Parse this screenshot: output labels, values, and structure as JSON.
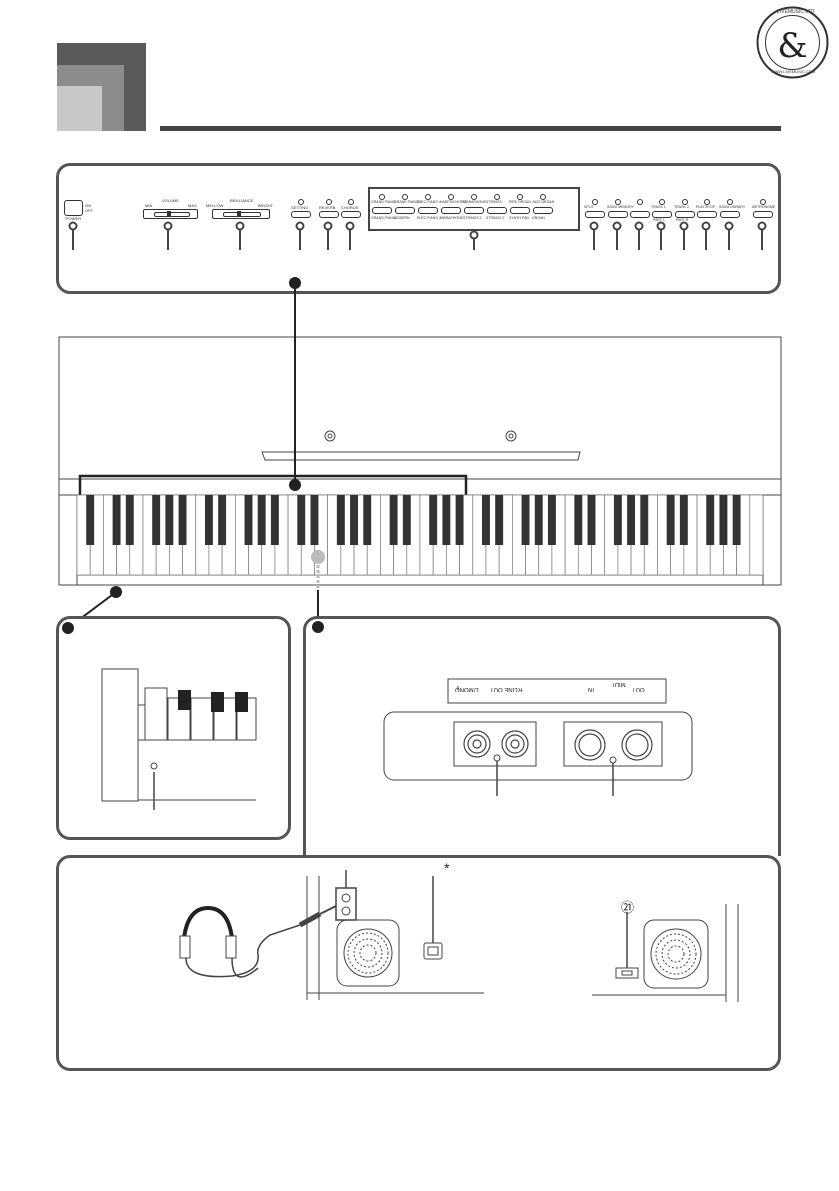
{
  "logo": {
    "top_text": "LIVEMUSIC LTD",
    "bottom_text": "WWW.LIVEMUSIC.COM"
  },
  "control_panel": {
    "power_label": "POWER",
    "power_states": [
      "ON",
      "OFF"
    ],
    "volume_label": "VOLUME",
    "volume_min": "MIN",
    "volume_max": "MAX",
    "brilliance_label": "BRILLIANCE",
    "brilliance_left": "MELLOW",
    "brilliance_right": "BRIGHT",
    "function_buttons": [
      "SETTING",
      "REVERB",
      "CHORUS"
    ],
    "tone_buttons_top": [
      "GRAND PIANO",
      "GRAND PIANO 2",
      "ELEC PIANO 1",
      "HARPSICHORD",
      "VIBRAPHONE",
      "STRINGS",
      "PIPE ORGAN",
      "JAZZ ORGAN"
    ],
    "tone_buttons_bottom": [
      "GRAND PIANO",
      "MODERN",
      "ELEC PIANO 2",
      "VIBRAPHONE",
      "STRINGS 2",
      "STRINGS 2",
      "SYNTH-PAD",
      "ORGAN"
    ],
    "right_buttons": [
      "SPLIT",
      "SONG MEMORY",
      "",
      "TRACK 1",
      "TRACK 2",
      "PLAY/STOP",
      "SONG LIBRARY",
      "METRONOME"
    ],
    "right_sub": [
      "",
      "",
      "",
      "PART L",
      "PART R",
      "",
      "",
      ""
    ]
  },
  "back_panel": {
    "line_out_label": "LINE OUT",
    "r_label": "R",
    "lmono_label": "L/MONO",
    "midi_label": "MIDI",
    "in_label": "IN",
    "out_label": "OUT"
  },
  "bottom_panel": {
    "asterisk": "*",
    "callout_21": "㉑"
  }
}
